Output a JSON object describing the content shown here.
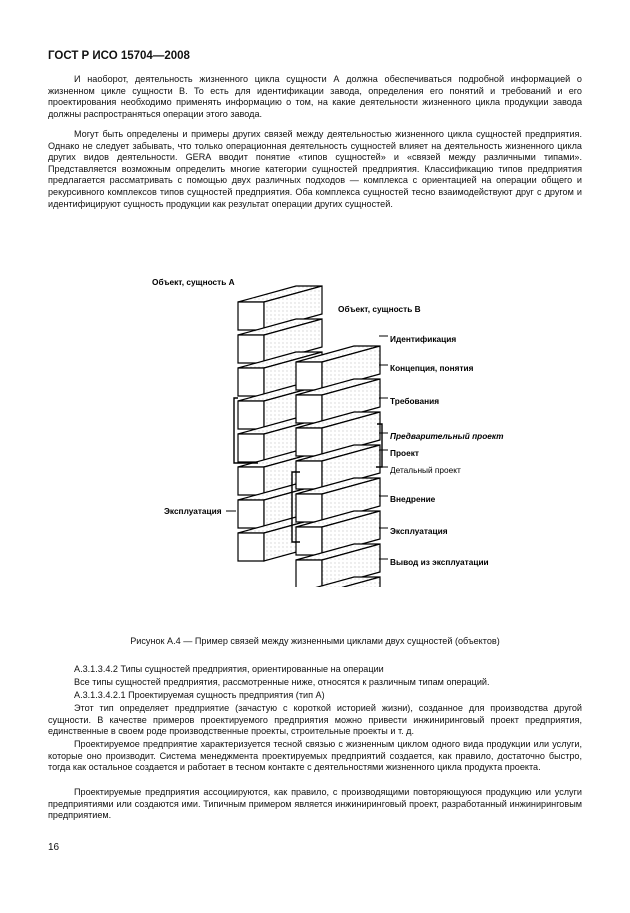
{
  "header": "ГОСТ Р ИСО 15704—2008",
  "paragraphs": [
    "И наоборот, деятельность жизненного цикла сущности А должна обеспечиваться подробной информацией о жизненном цикле сущности В. То есть для идентификации завода, определения его понятий и требований и его проектирования необходимо применять информацию о том, на какие деятельности жизненного цикла продукции завода должны распространяться операции этого завода.",
    "Могут быть определены и примеры других связей между деятельностью жизненного цикла сущностей предприятия. Однако не следует забывать, что только операционная деятельность сущностей влияет на деятельность жизненного цикла других видов деятельности. GERA вводит понятие «типов сущностей» и «связей между различными типами». Представляется возможным определить многие категории сущностей предприятия. Классификацию типов предприятия предлагается рассматривать с помощью двух различных подходов — комплекса с ориентацией на операции общего и рекурсивного комплексов типов сущностей предприятия. Оба комплекса сущностей тесно взаимодействуют друг с другом и идентифицируют сущность продукции как результат операции других сущностей."
  ],
  "figure": {
    "label_a": "Объект, сущность А",
    "label_b": "Объект, сущность В",
    "left_label": "Эксплуатация",
    "right_labels": [
      "Идентификация",
      "Концепция, понятия",
      "Требования",
      "Предварительный проект",
      "Проект",
      "Детальный проект",
      "Внедрение",
      "Эксплуатация",
      "Вывод из эксплуатации"
    ],
    "caption": "Рисунок А.4 — Пример связей между жизненными циклами двух сущностей (объектов)"
  },
  "headings": [
    "А.3.1.3.4.2 Типы сущностей предприятия, ориентированные на операции",
    "Все типы сущностей предприятия, рассмотренные ниже, относятся к различным типам операций.",
    "А.3.1.3.4.2.1 Проектируемая сущность предприятия (тип А)"
  ],
  "body": [
    "Этот тип определяет предприятие (зачастую с короткой историей жизни), созданное для производства другой сущности. В качестве примеров проектируемого предприятия можно привести инжиниринговый проект предприятия, единственные в своем роде производственные проекты, строительные проекты и т. д.",
    "Проектируемое предприятие характеризуется тесной связью с жизненным циклом одного вида продукции или услуги, которые оно производит. Система менеджмента проектируемых предприятий создается, как правило, достаточно быстро, тогда как остальное создается и работает в тесном контакте с деятельностями жизненного цикла продукта проекта.",
    "Проектируемые предприятия ассоциируются, как правило, с производящими повторяющуюся продукцию или услуги предприятиями или создаются ими. Типичным примером является инжиниринговый проект, разработанный инжиниринговым предприятием."
  ],
  "page_number": "16"
}
